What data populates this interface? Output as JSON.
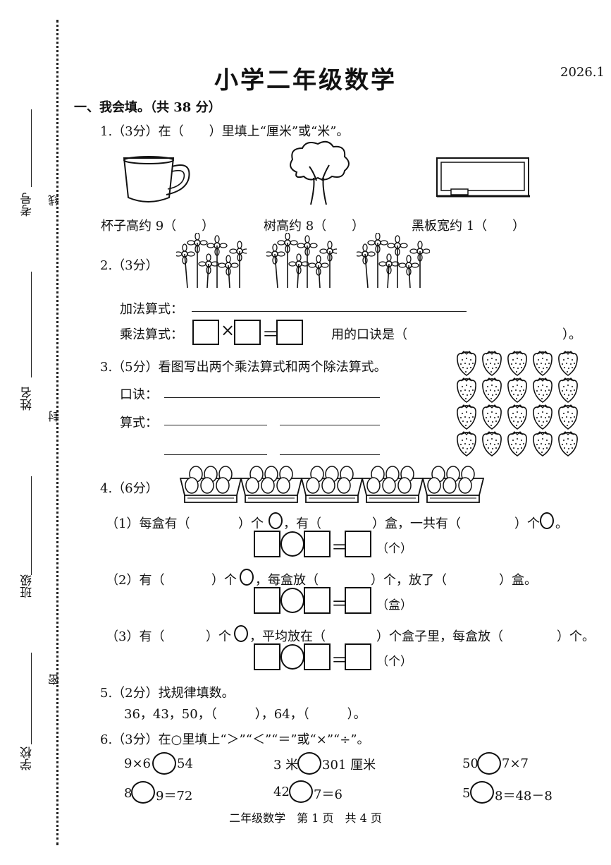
{
  "page": {
    "title": "小学二年级数学",
    "date": "2026.1",
    "footer": "二年级数学　第 1 页　共 4 页"
  },
  "binding": {
    "fields": [
      "考号",
      "姓名",
      "班级",
      "学校"
    ],
    "seal_chars": [
      "线",
      "封",
      "密"
    ]
  },
  "section1": {
    "heading": "一、我会填。（共 38 分）"
  },
  "q1": {
    "prompt": "1.（3分）在（　　）里填上“厘米”或“米”。",
    "items": [
      "杯子高约 9（　　）",
      "树高约 8（　　）",
      "黑板宽约 1（　　）"
    ],
    "icons": [
      "cup-icon",
      "tree-icon",
      "blackboard-icon"
    ]
  },
  "q2": {
    "label": "2.（3分）",
    "groups_count": 3,
    "flowers_per_group": 6,
    "add_label": "加法算式：",
    "mul_label": "乘法算式：",
    "times": "×",
    "equals": "＝",
    "rhyme_label": "用的口诀是（",
    "rhyme_end": "）。"
  },
  "q3": {
    "prompt": "3.（5分）看图写出两个乘法算式和两个除法算式。",
    "rhyme_label": "口诀：",
    "formula_label": "算式：",
    "strawberry_rows": 4,
    "strawberry_cols": 5
  },
  "q4": {
    "label": "4.（6分）",
    "boxes_count": 5,
    "eggs_per_box": 6,
    "p1": [
      "（1）每盒有（",
      "）个",
      "，有（",
      "）盒，一共有（",
      "）个",
      "。"
    ],
    "p1_unit": "（个）",
    "p2": [
      "（2）有（",
      "）个",
      "，每盒放（",
      "）个，放了（",
      "）盒。"
    ],
    "p2_unit": "（盒）",
    "p3": [
      "（3）有（",
      "）个",
      "，平均放在（",
      "）个盒子里，每盒放（",
      "）个。"
    ],
    "p3_unit": "（个）",
    "equals": "＝"
  },
  "q5": {
    "prompt": "5.（2分）找规律填数。",
    "sequence": "36，43，50，（　　　），64，（　　　）。"
  },
  "q6": {
    "prompt": "6.（3分）在○里填上“＞”“＜”“＝”或“×”“÷”。",
    "items": [
      {
        "left": "9×6",
        "right": "54"
      },
      {
        "left": "3 米",
        "right": "301 厘米"
      },
      {
        "left": "50",
        "right": "7×7"
      },
      {
        "left": "8",
        "right": "9＝72"
      },
      {
        "left": "42",
        "right": "7＝6"
      },
      {
        "left": "5",
        "right": "8＝48－8"
      }
    ]
  }
}
